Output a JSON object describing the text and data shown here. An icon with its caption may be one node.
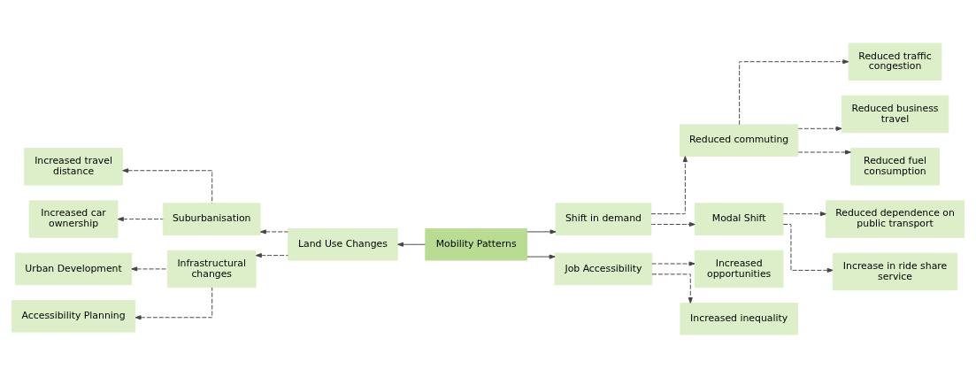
{
  "diagram": {
    "nodes": [
      {
        "text": [
          "Mobility Patterns"
        ]
      },
      {
        "text": [
          "Land Use Changes"
        ]
      },
      {
        "text": [
          "Shift in demand"
        ]
      },
      {
        "text": [
          "Job Accessibility"
        ]
      },
      {
        "text": [
          "Suburbanisation"
        ]
      },
      {
        "text": [
          "Infrastructural changes"
        ]
      },
      {
        "text": [
          "Increased travel distance"
        ]
      },
      {
        "text": [
          "Increased car ownership"
        ]
      },
      {
        "text": [
          "Urban Development"
        ]
      },
      {
        "text": [
          "Accessibility Planning"
        ]
      },
      {
        "text": [
          "Reduced commuting"
        ]
      },
      {
        "text": [
          "Modal Shift"
        ]
      },
      {
        "text": [
          "Reduced traffic congestion"
        ]
      },
      {
        "text": [
          "Reduced business travel"
        ]
      },
      {
        "text": [
          "Reduced fuel consumption"
        ]
      },
      {
        "text": [
          "Reduced dependence on public transport"
        ]
      },
      {
        "text": [
          "Increase in ride share service"
        ]
      },
      {
        "text": [
          "Increased opportunities"
        ]
      },
      {
        "text": [
          "Increased inequality"
        ]
      }
    ],
    "edges": [
      {
        "from": 0,
        "to": 1,
        "arrow": "to"
      },
      {
        "from": 0,
        "to": 2,
        "arrow": "to"
      },
      {
        "from": 0,
        "to": 3,
        "arrow": "to"
      },
      {
        "from": 1,
        "to": 4,
        "arrow": "to",
        "style": "dashed"
      },
      {
        "from": 1,
        "to": 5,
        "arrow": "to",
        "style": "dashed"
      },
      {
        "from": 4,
        "to": 6,
        "arrow": "to",
        "style": "dashed"
      },
      {
        "from": 4,
        "to": 7,
        "arrow": "to",
        "style": "dashed"
      },
      {
        "from": 5,
        "to": 8,
        "arrow": "to",
        "style": "dashed"
      },
      {
        "from": 5,
        "to": 9,
        "arrow": "to",
        "style": "dashed"
      },
      {
        "from": 2,
        "to": 10,
        "arrow": "to",
        "style": "dashed"
      },
      {
        "from": 2,
        "to": 11,
        "arrow": "to",
        "style": "dashed"
      },
      {
        "from": 10,
        "to": 12,
        "arrow": "to",
        "style": "dashed"
      },
      {
        "from": 10,
        "to": 13,
        "arrow": "to",
        "style": "dashed"
      },
      {
        "from": 10,
        "to": 14,
        "arrow": "to",
        "style": "dashed"
      },
      {
        "from": 11,
        "to": 15,
        "arrow": "to",
        "style": "dashed"
      },
      {
        "from": 11,
        "to": 16,
        "arrow": "to",
        "style": "dashed"
      },
      {
        "from": 3,
        "to": 17,
        "arrow": "to",
        "style": "dashed"
      },
      {
        "from": 3,
        "to": 18,
        "arrow": "to",
        "style": "dashed"
      }
    ]
  }
}
